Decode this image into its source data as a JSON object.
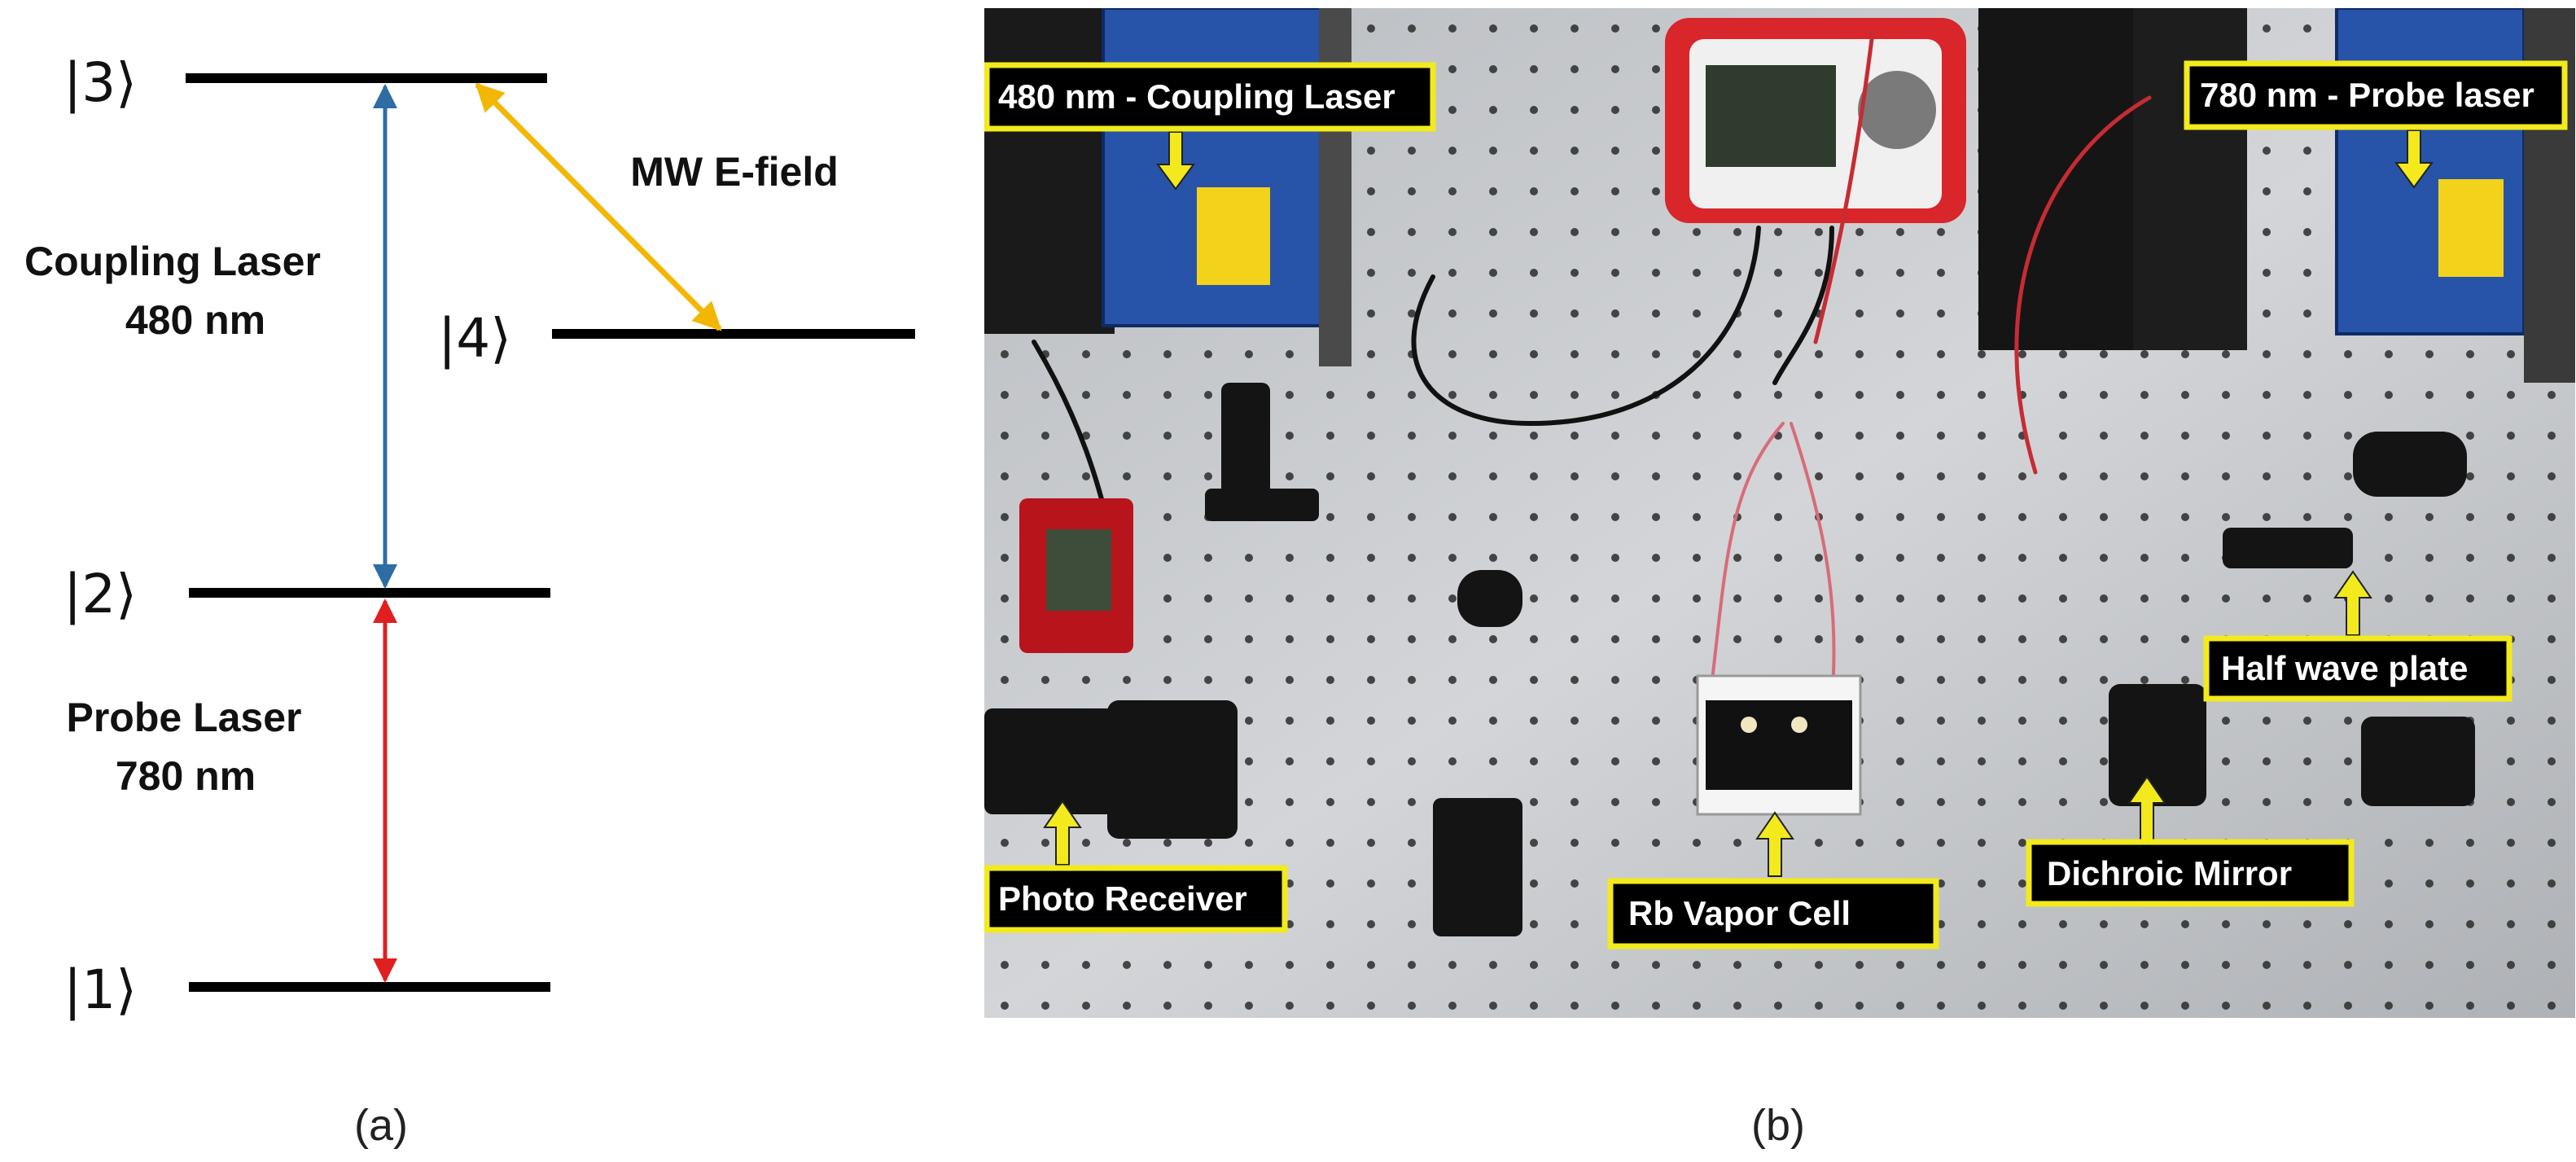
{
  "panel_a": {
    "levels": [
      {
        "label": "|3⟩"
      },
      {
        "label": "|4⟩"
      },
      {
        "label": "|2⟩"
      },
      {
        "label": "|1⟩"
      }
    ],
    "coupling": {
      "line1": "Coupling Laser",
      "line2": "480 nm",
      "color": "#2e6da4"
    },
    "probe": {
      "line1": "Probe Laser",
      "line2": "780 nm",
      "color": "#e02020"
    },
    "mw": {
      "label": "MW E-field",
      "color": "#f2b705"
    },
    "caption": "(a)"
  },
  "panel_b": {
    "callouts": [
      {
        "text": "480 nm - Coupling Laser"
      },
      {
        "text": "780 nm - Probe laser"
      },
      {
        "text": "Half wave plate"
      },
      {
        "text": "Photo Receiver"
      },
      {
        "text": "Rb Vapor Cell"
      },
      {
        "text": "Dichroic Mirror"
      }
    ],
    "callout_colors": {
      "fill": "#000000",
      "border": "#f2ea1c",
      "arrow": "#f2ea1c"
    },
    "caption": "(b)"
  }
}
